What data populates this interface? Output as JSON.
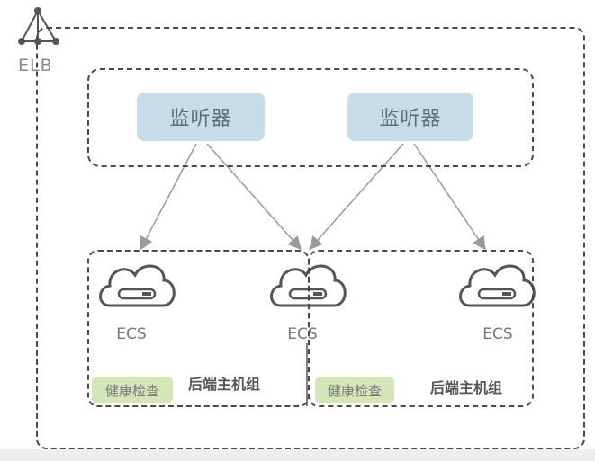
{
  "elb": {
    "label": "ELB",
    "icon": "load-balancer-icon"
  },
  "listeners": [
    {
      "label": "监听器"
    },
    {
      "label": "监听器"
    }
  ],
  "ecs_nodes": [
    {
      "label": "ECS",
      "icon": "cloud-server-icon"
    },
    {
      "label": "ECS",
      "icon": "cloud-server-icon"
    },
    {
      "label": "ECS",
      "icon": "cloud-server-icon"
    }
  ],
  "backend_groups": [
    {
      "label": "后端主机组",
      "health_check": "健康检查"
    },
    {
      "label": "后端主机组",
      "health_check": "健康检查"
    }
  ],
  "colors": {
    "listener_fill": "#c5dde8",
    "health_fill": "#d4e6b8",
    "dash_border": "#4a4a4a",
    "arrow": "#9a9a9a"
  }
}
